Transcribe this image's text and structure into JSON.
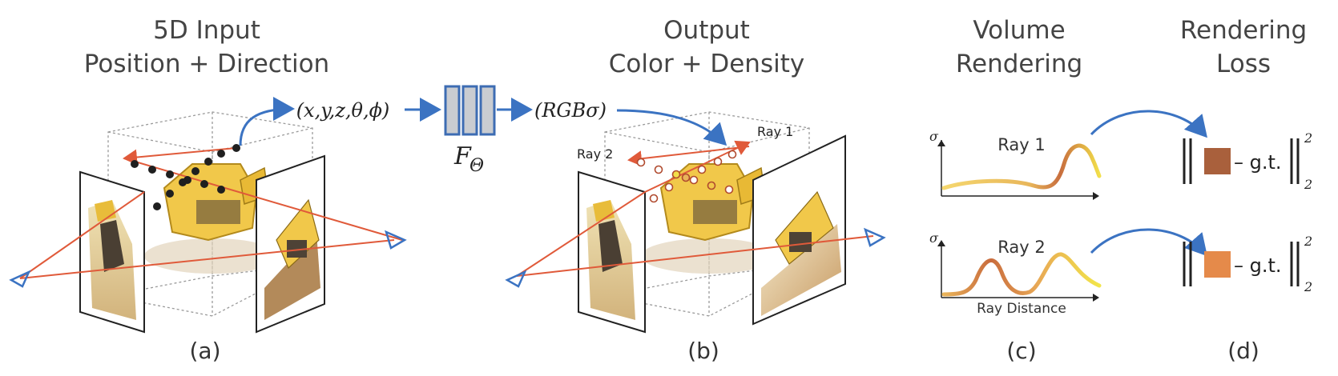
{
  "panels": {
    "a": {
      "title_line1": "5D Input",
      "title_line2": "Position + Direction",
      "caption": "(a)",
      "input_label": "(x,y,z,θ,ϕ)"
    },
    "network": {
      "label_main": "F",
      "label_sub": "Θ"
    },
    "b": {
      "title_line1": "Output",
      "title_line2": "Color + Density",
      "caption": "(b)",
      "output_label": "(RGBσ)",
      "ray1_label": "Ray 1",
      "ray2_label": "Ray 2"
    },
    "c": {
      "title_line1": "Volume",
      "title_line2": "Rendering",
      "caption": "(c)",
      "plot1_ylabel": "σ",
      "plot1_title": "Ray 1",
      "plot2_ylabel": "σ",
      "plot2_title": "Ray 2",
      "xaxis_label": "Ray Distance"
    },
    "d": {
      "title_line1": "Rendering",
      "title_line2": "Loss",
      "caption": "(d)",
      "loss1_text": "– g.t.",
      "loss2_text": "– g.t.",
      "norm_sup": "2",
      "norm_sub": "2"
    }
  },
  "colors": {
    "blue_arrow": "#3b73c2",
    "ray_red": "#e05a3a",
    "network_blue": "#3d6cb3",
    "network_fill": "#c9ccd1",
    "pixel1": "#a9603c",
    "pixel2": "#e58a4a"
  }
}
